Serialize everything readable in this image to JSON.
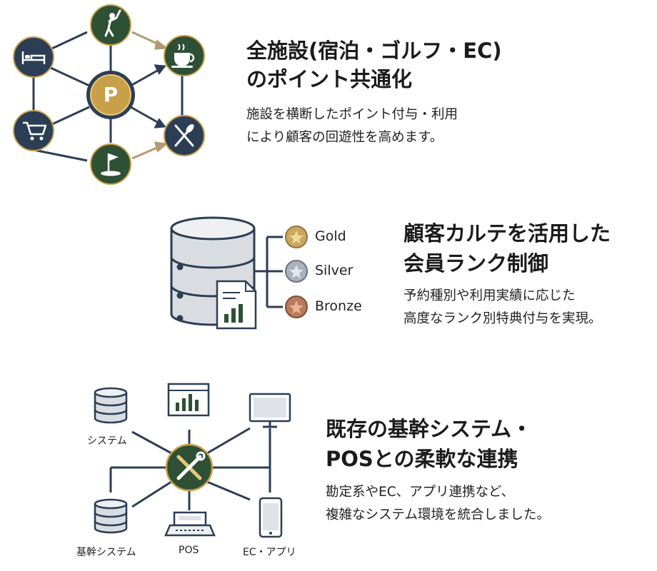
{
  "section1": {
    "title_line1": "全施設(宿泊・ゴルフ・EC)",
    "title_line2": "のポイント共通化",
    "desc_line1": "施設を横断したポイント付与・利用",
    "desc_line2": "により顧客の回遊性を高めます。",
    "center_symbol": "P",
    "icons": [
      "golf-player-icon",
      "coffee-cup-icon",
      "dining-icon",
      "golf-flag-icon",
      "cart-icon",
      "bed-icon"
    ],
    "colors": {
      "navy": "#2c3e55",
      "green": "#2e5035",
      "gold": "#c9a04a",
      "arrow": "#b59a70"
    }
  },
  "section2": {
    "title_line1": "顧客カルテを活用した",
    "title_line2": "会員ランク制御",
    "desc_line1": "予約種別や利用実績に応じた",
    "desc_line2": "高度なランク別特典付与を実現。",
    "tiers": [
      {
        "label": "Gold",
        "color": "#c9a860"
      },
      {
        "label": "Silver",
        "color": "#a9b1bb"
      },
      {
        "label": "Bronze",
        "color": "#b87a5a"
      }
    ]
  },
  "section3": {
    "title_line1": "既存の基幹システム・",
    "title_line2": "POSとの柔軟な連携",
    "desc_line1": "勘定系やEC、アプリ連携など、",
    "desc_line2": "複雑なシステム環境を統合しました。",
    "labels": {
      "system_top": "システム",
      "system_bottom": "基幹システム",
      "pos": "POS",
      "ec_app": "EC・アプリ"
    }
  }
}
